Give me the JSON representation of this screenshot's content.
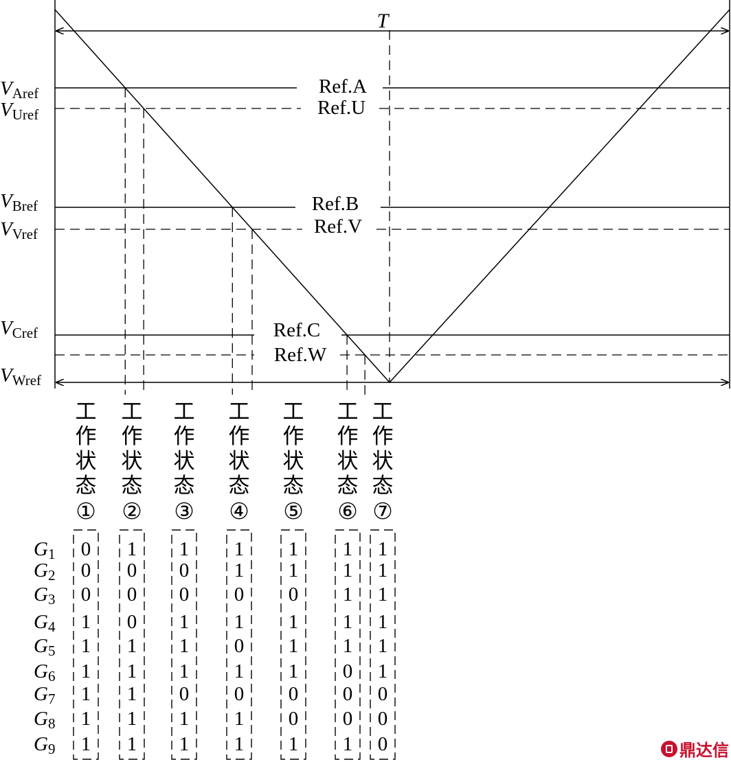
{
  "period_label": "T",
  "levels": [
    {
      "id": "A",
      "v_main": "V",
      "v_sub": "Aref",
      "ref": "Ref.A",
      "dashed": false
    },
    {
      "id": "U",
      "v_main": "V",
      "v_sub": "Uref",
      "ref": "Ref.U",
      "dashed": true
    },
    {
      "id": "B",
      "v_main": "V",
      "v_sub": "Bref",
      "ref": "Ref.B",
      "dashed": false
    },
    {
      "id": "V",
      "v_main": "V",
      "v_sub": "Vref",
      "ref": "Ref.V",
      "dashed": true
    },
    {
      "id": "C",
      "v_main": "V",
      "v_sub": "Cref",
      "ref": "Ref.C",
      "dashed": false
    },
    {
      "id": "W",
      "v_main": "V",
      "v_sub": "Wref",
      "ref": "Ref.W",
      "dashed": true
    }
  ],
  "state_chars": [
    "工",
    "作",
    "状",
    "态"
  ],
  "states": [
    {
      "num": "①",
      "bits": [
        "0",
        "0",
        "0",
        "1",
        "1",
        "1",
        "1",
        "1",
        "1"
      ]
    },
    {
      "num": "②",
      "bits": [
        "1",
        "0",
        "0",
        "0",
        "1",
        "1",
        "1",
        "1",
        "1"
      ]
    },
    {
      "num": "③",
      "bits": [
        "1",
        "0",
        "0",
        "1",
        "1",
        "1",
        "0",
        "1",
        "1"
      ]
    },
    {
      "num": "④",
      "bits": [
        "1",
        "1",
        "0",
        "1",
        "0",
        "1",
        "0",
        "1",
        "1"
      ]
    },
    {
      "num": "⑤",
      "bits": [
        "1",
        "1",
        "0",
        "1",
        "1",
        "1",
        "0",
        "0",
        "1"
      ]
    },
    {
      "num": "⑥",
      "bits": [
        "1",
        "1",
        "1",
        "1",
        "1",
        "0",
        "0",
        "0",
        "1"
      ]
    },
    {
      "num": "⑦",
      "bits": [
        "1",
        "1",
        "1",
        "1",
        "1",
        "1",
        "0",
        "0",
        "0"
      ]
    }
  ],
  "gates": [
    {
      "main": "G",
      "sub": "1"
    },
    {
      "main": "G",
      "sub": "2"
    },
    {
      "main": "G",
      "sub": "3"
    },
    {
      "main": "G",
      "sub": "4"
    },
    {
      "main": "G",
      "sub": "5"
    },
    {
      "main": "G",
      "sub": "6"
    },
    {
      "main": "G",
      "sub": "7"
    },
    {
      "main": "G",
      "sub": "8"
    },
    {
      "main": "G",
      "sub": "9"
    }
  ],
  "watermark": "鼎达信",
  "colors": {
    "ink": "#000000",
    "watermark": "#c8102e"
  }
}
